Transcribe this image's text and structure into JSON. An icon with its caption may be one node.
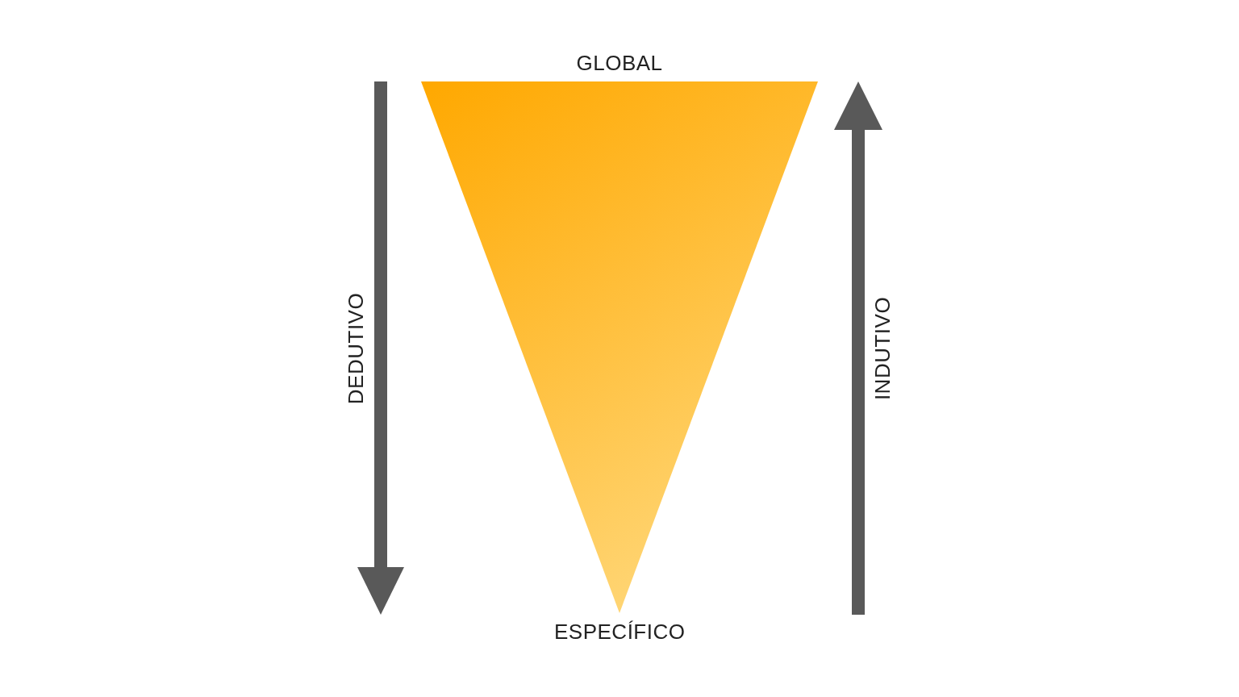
{
  "diagram": {
    "nodes": [
      {
        "text": [],
        "shape": "triangle"
      }
    ],
    "labels": [
      "GLOBAL",
      "DEDUTIVO",
      "INDUTIVO",
      "ESPECÍFICO"
    ]
  }
}
